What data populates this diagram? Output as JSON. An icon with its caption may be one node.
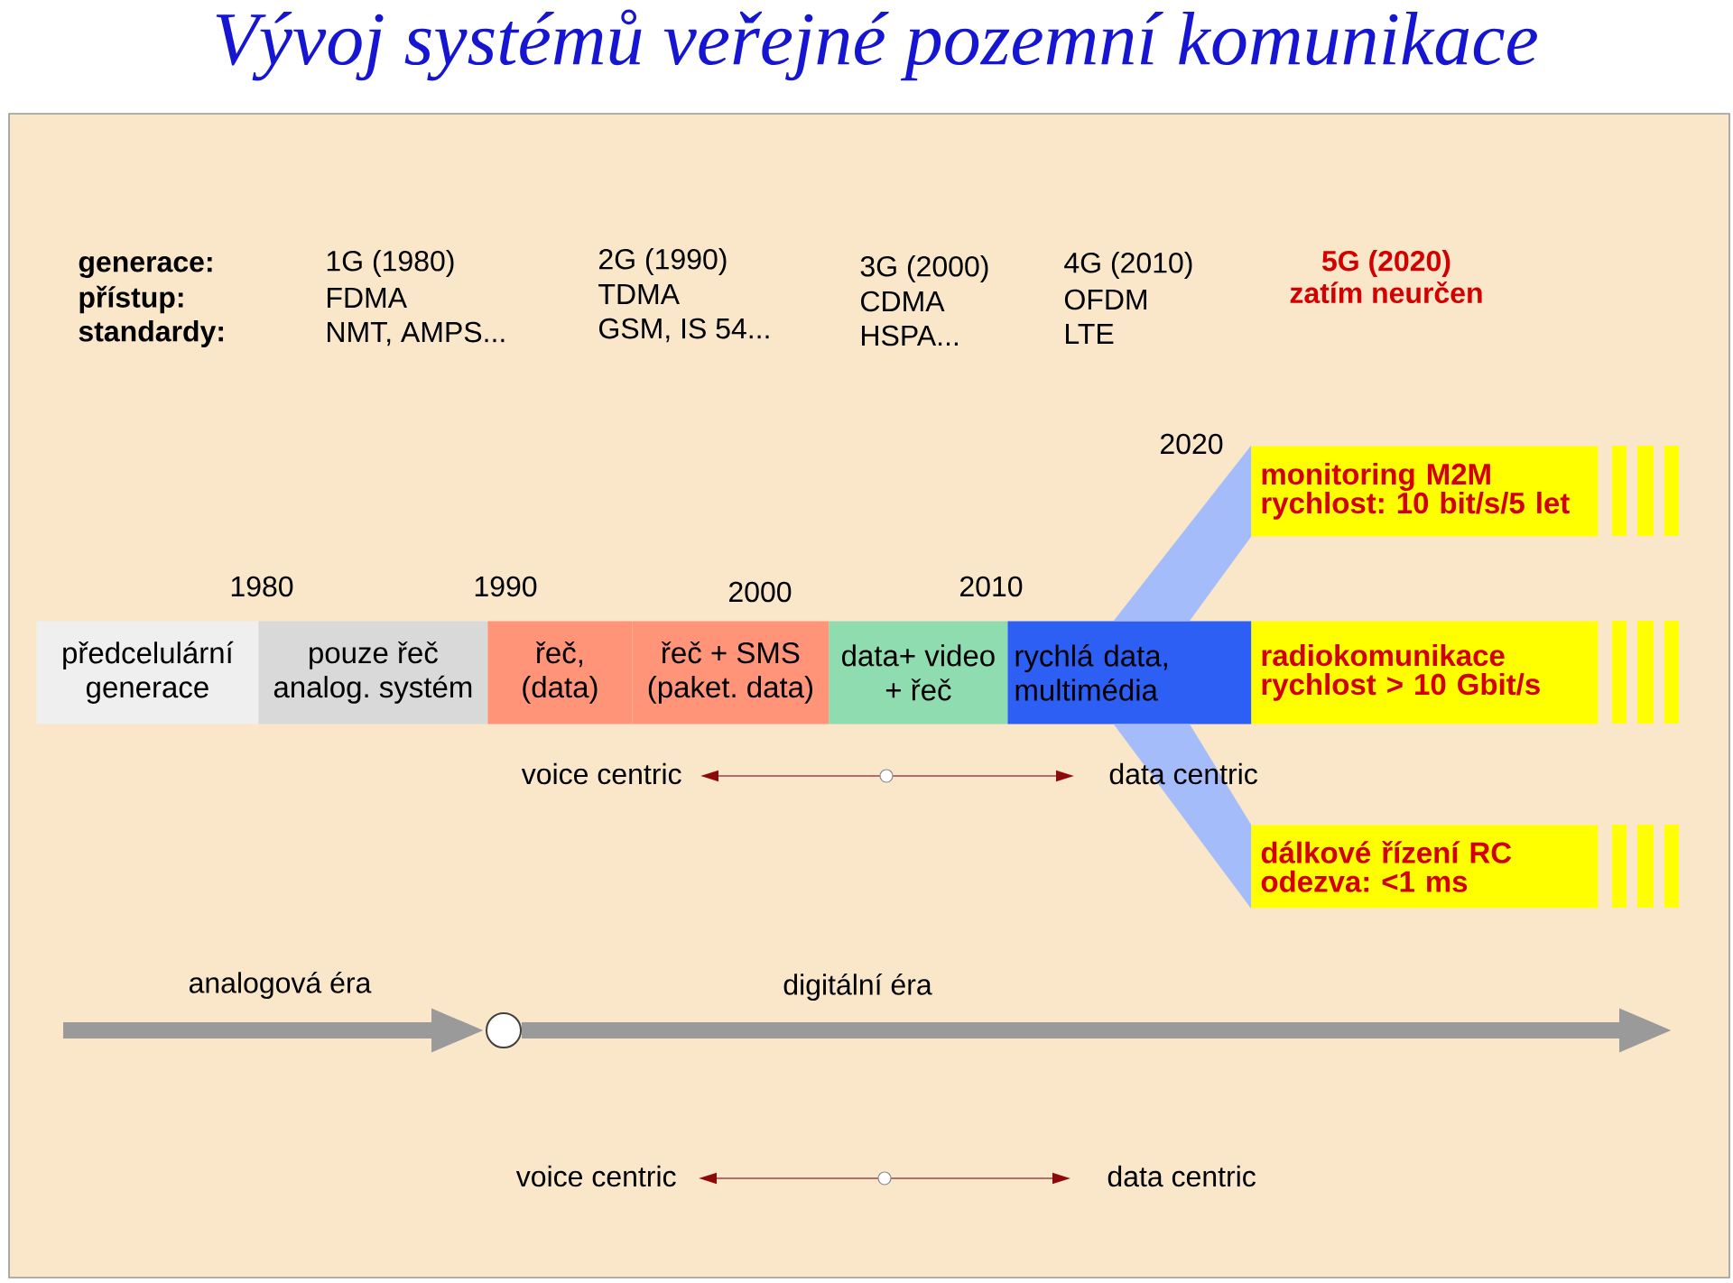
{
  "diagram": {
    "title": "Vývoj systémů veřejné pozemní komunikace",
    "nodes": [
      {
        "text": [
          "předcelulární generace"
        ]
      },
      {
        "text": [
          "pouze řeč analog. systém"
        ]
      },
      {
        "text": [
          "řeč, (data)"
        ]
      },
      {
        "text": [
          "řeč + SMS (paket. data)"
        ]
      },
      {
        "text": [
          "data+ video + řeč"
        ]
      },
      {
        "text": [
          "rychlá data, multimédia"
        ]
      },
      {
        "text": [
          "monitoring M2M rychlost: 10 bit/s/5 let"
        ]
      },
      {
        "text": [
          "radiokomunikace rychlost > 10 Gbit/s"
        ]
      },
      {
        "text": [
          "dálkové řízení RC odezva: <1 ms"
        ]
      },
      {
        "text": [
          "voice centric"
        ]
      },
      {
        "text": [
          "data centric"
        ]
      },
      {
        "text": [],
        "shape": "circle"
      },
      {
        "text": [
          "voice centric"
        ]
      },
      {
        "text": [
          "data centric"
        ]
      }
    ],
    "edges": [
      {
        "from": 5,
        "to": 6,
        "arrow": "none",
        "style": "thick",
        "color": "#a4bcfa"
      },
      {
        "from": 5,
        "to": 8,
        "arrow": "none",
        "style": "thick",
        "color": "#a4bcfa"
      },
      {
        "from": 9,
        "to": 10,
        "arrow": "both",
        "color": "#b46c6c"
      },
      {
        "from": null,
        "to": 11,
        "arrow": "to",
        "label": "analogová éra",
        "style": "thick",
        "color": "#9a9a9a"
      },
      {
        "from": 11,
        "to": null,
        "arrow": "to",
        "label": "digitální éra",
        "style": "thick",
        "color": "#9a9a9a"
      },
      {
        "from": 12,
        "to": 13,
        "arrow": "both",
        "color": "#b46c6c"
      }
    ],
    "labels": [
      "generace:",
      "1G (1980)",
      "2G (1990)",
      "3G (2000)",
      "4G (2010)",
      "5G (2020)",
      "přístup:",
      "FDMA",
      "TDMA",
      "CDMA",
      "OFDM",
      "zatím neurčen",
      "standardy:",
      "NMT, AMPS...",
      "GSM, IS 54...",
      "HSPA...",
      "LTE",
      "2020",
      "1980",
      "1990",
      "2000",
      "2010"
    ]
  }
}
